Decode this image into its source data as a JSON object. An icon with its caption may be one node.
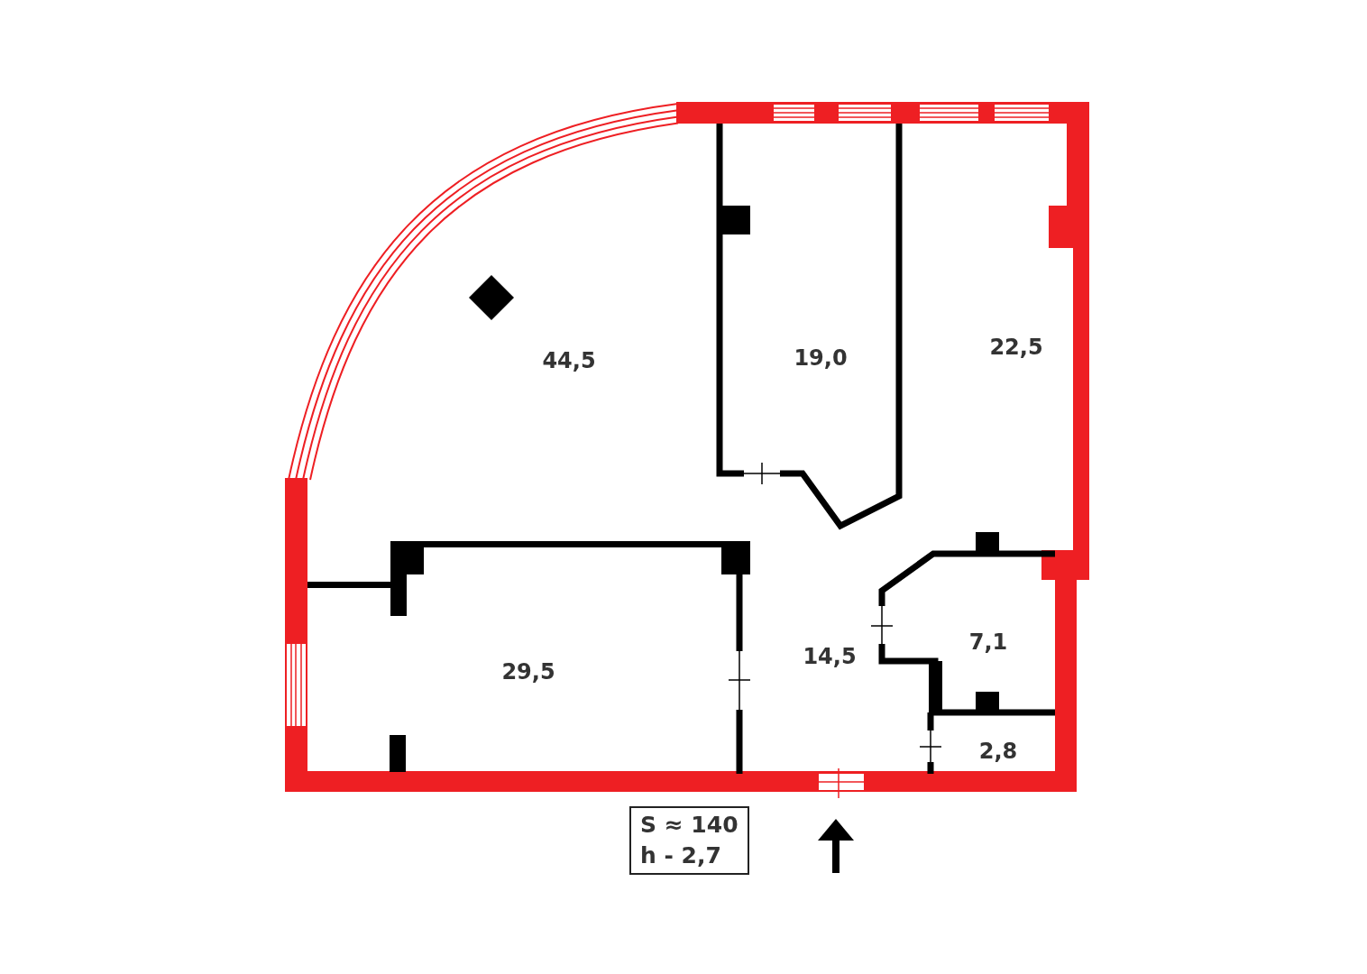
{
  "diagram": {
    "nodes": [
      {
        "text": [
          "S ≈ 140",
          "h - 2,7"
        ]
      }
    ],
    "labels": [
      "44,5",
      "19,0",
      "22,5",
      "29,5",
      "14,5",
      "7,1",
      "2,8"
    ]
  }
}
